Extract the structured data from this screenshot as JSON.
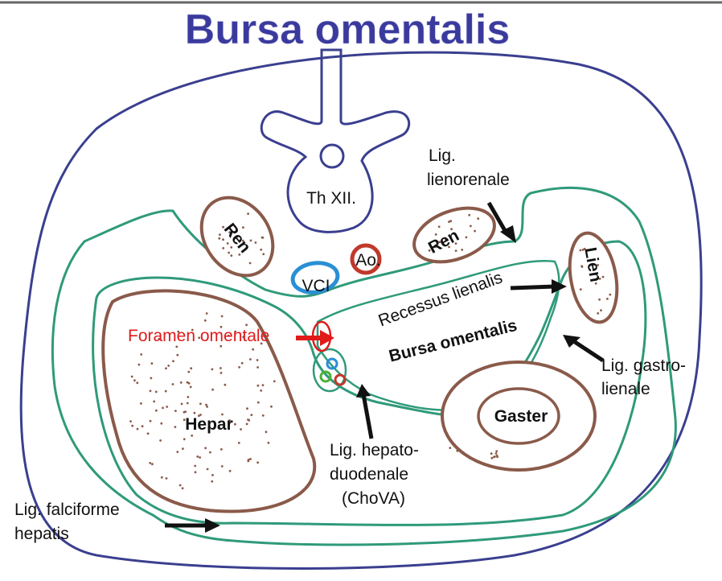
{
  "title": "Bursa omentalis",
  "labels": {
    "vertebra": "Th XII.",
    "ren_left": "Ren",
    "ren_right": "Ren",
    "aorta": "Ao.",
    "vci": "VCI",
    "lien": "Lien",
    "hepar": "Hepar",
    "gaster": "Gaster",
    "bursa": "Bursa omentalis",
    "recessus": "Recessus lienalis",
    "foramen": "Foramen omentale",
    "lig_lienorenale_1": "Lig.",
    "lig_lienorenale_2": "lienorenale",
    "lig_gastrolienale_1": "Lig. gastro-",
    "lig_gastrolienale_2": "lienale",
    "lig_hepatoduodenale_1": "Lig. hepato-",
    "lig_hepatoduodenale_2": "duodenale",
    "lig_hepatoduodenale_3": "(ChoVA)",
    "lig_falciforme_1": "Lig. falciforme",
    "lig_falciforme_2": "hepatis"
  },
  "colors": {
    "outline": "#3a3f8f",
    "peritoneum": "#2f9a7a",
    "organ": "#8a5a4a",
    "aorta": "#c0392b",
    "vci": "#2a8fd4",
    "foramen": "#e11a1a",
    "arrow": "#111111"
  }
}
